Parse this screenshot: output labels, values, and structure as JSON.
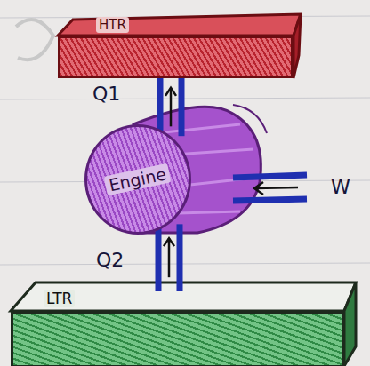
{
  "diagram": {
    "nodes": [
      {
        "text": [
          "HTR"
        ]
      },
      {
        "text": [
          "Engine"
        ]
      },
      {
        "text": [
          "LTR"
        ]
      }
    ],
    "edges": [
      {
        "from": 1,
        "to": 0,
        "label": "Q1",
        "arrow": "to"
      },
      {
        "from": 2,
        "to": 1,
        "label": "Q2",
        "arrow": "to"
      }
    ],
    "labels": [
      "W"
    ]
  }
}
